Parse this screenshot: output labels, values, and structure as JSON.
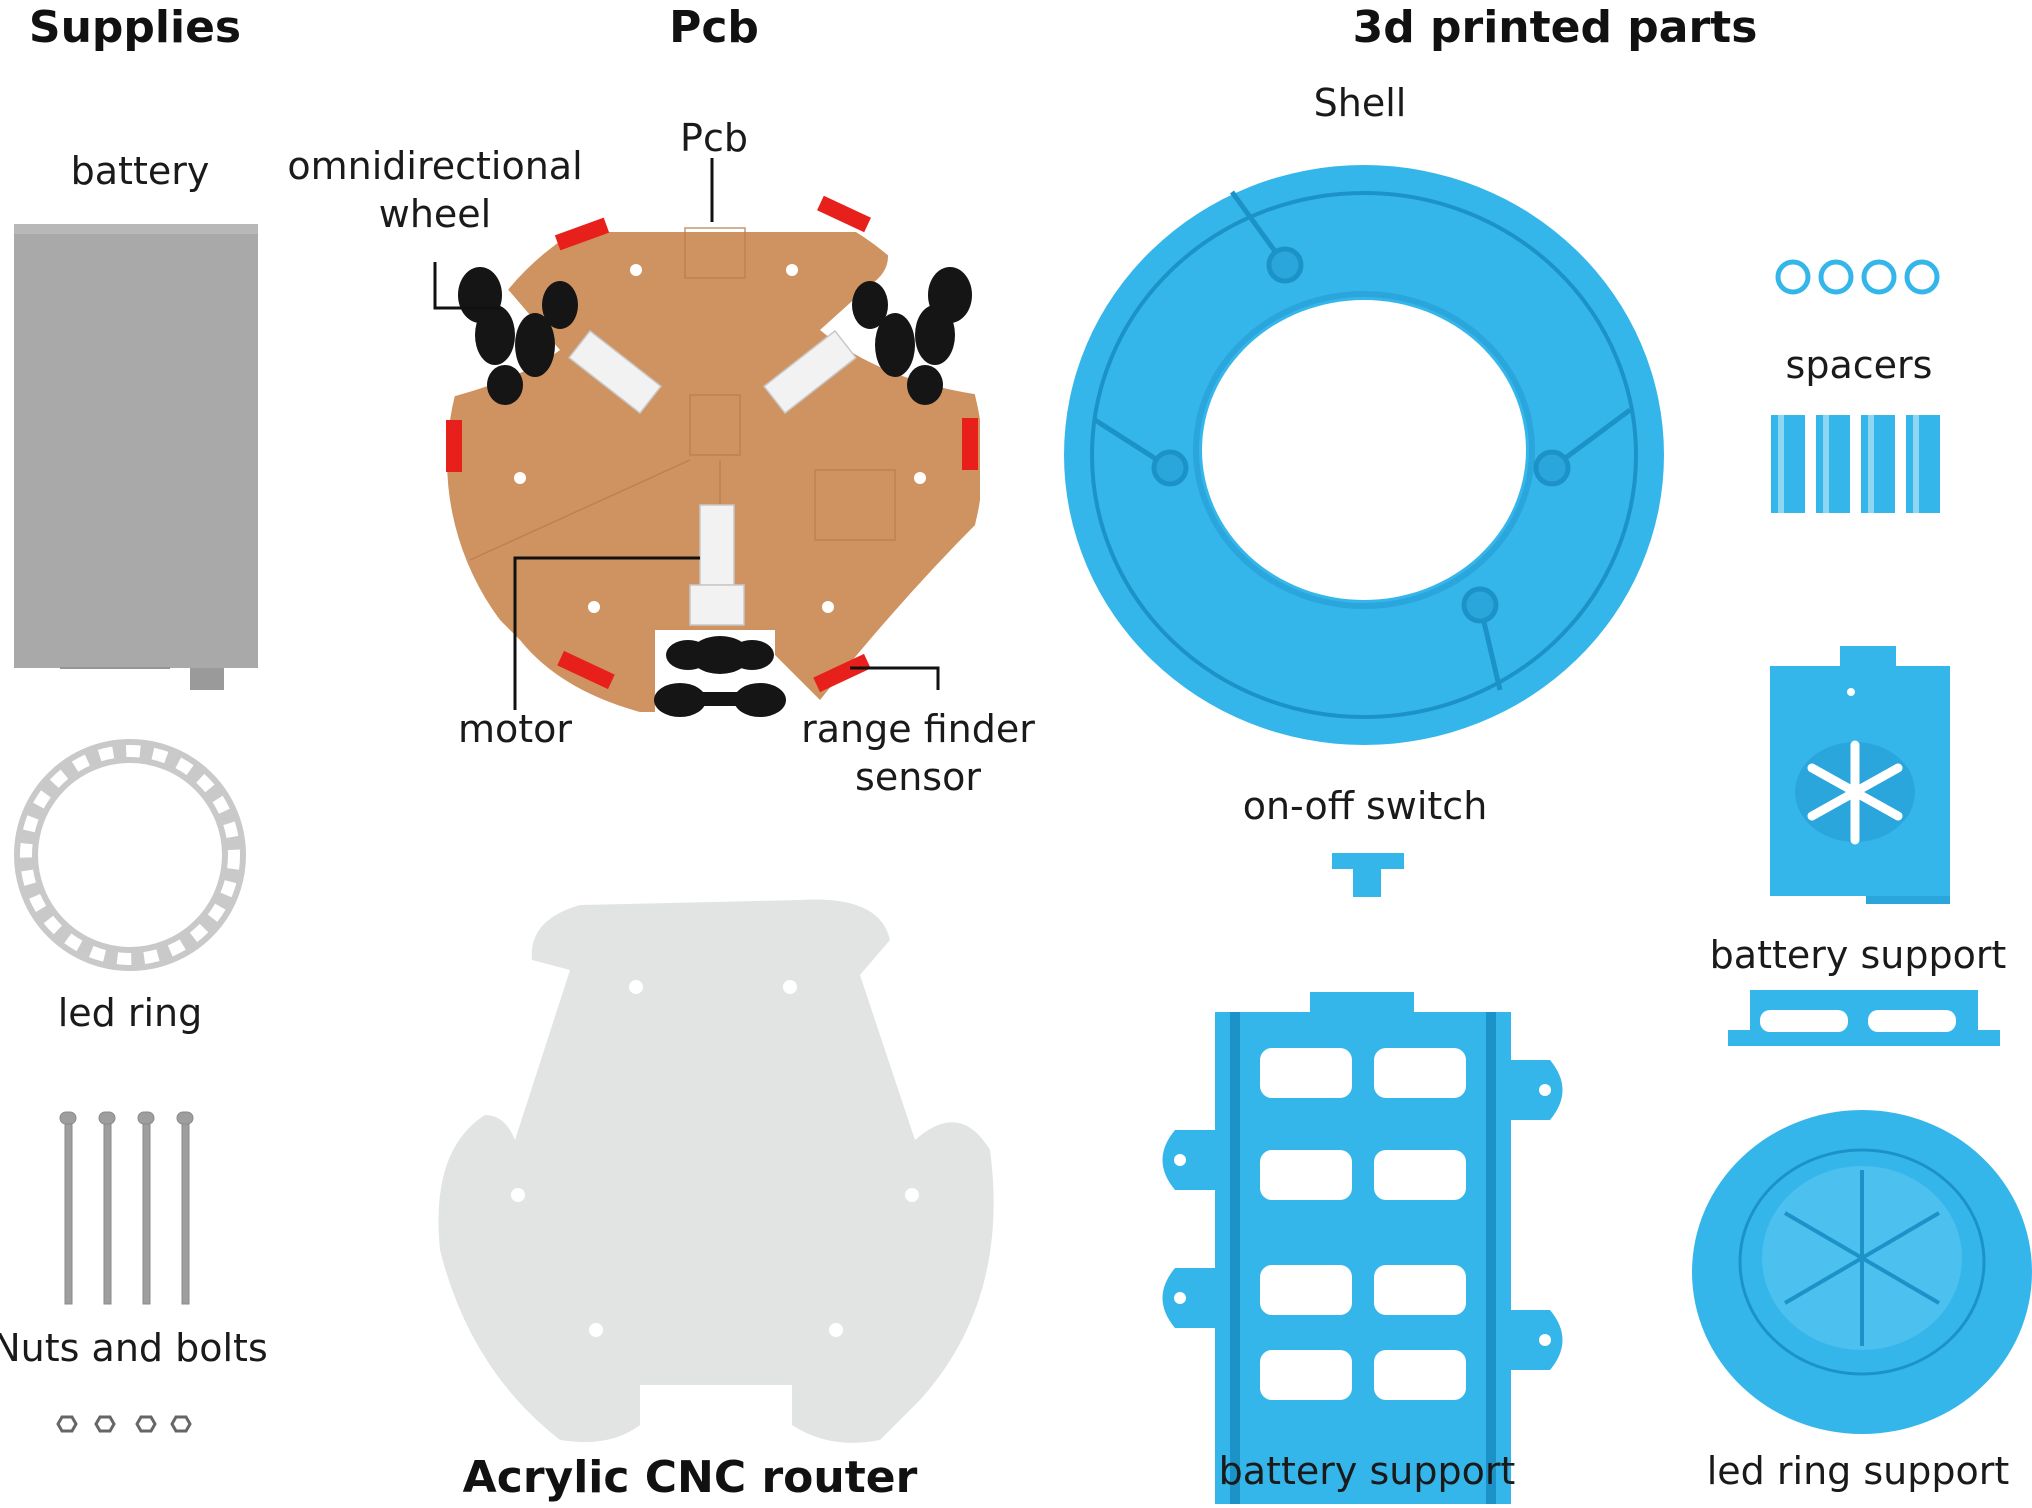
{
  "headings": {
    "supplies": "Supplies",
    "pcb": "Pcb",
    "printed": "3d printed parts",
    "acrylic": "Acrylic CNC router"
  },
  "labels": {
    "battery": "battery",
    "led_ring": "led ring",
    "nuts_bolts": "Nuts and bolts",
    "pcb": "Pcb",
    "omni_wheel": "omnidirectional\nwheel",
    "motor": "motor",
    "range_finder": "range finder\nsensor",
    "shell": "Shell",
    "on_off_switch": "on-off switch",
    "spacers": "spacers",
    "battery_support_right": "battery support",
    "battery_support_bottom": "battery support",
    "led_ring_support": "led ring support"
  },
  "colors": {
    "printed_part": "#35b6ea",
    "printed_dark": "#1c93c8",
    "pcb": "#cf9361",
    "pcb_sensor": "#e8201c",
    "acrylic": "#e2e4e3",
    "battery": "#a9a9a9",
    "led_ring": "#c9c9c9",
    "wheel": "#151515"
  }
}
